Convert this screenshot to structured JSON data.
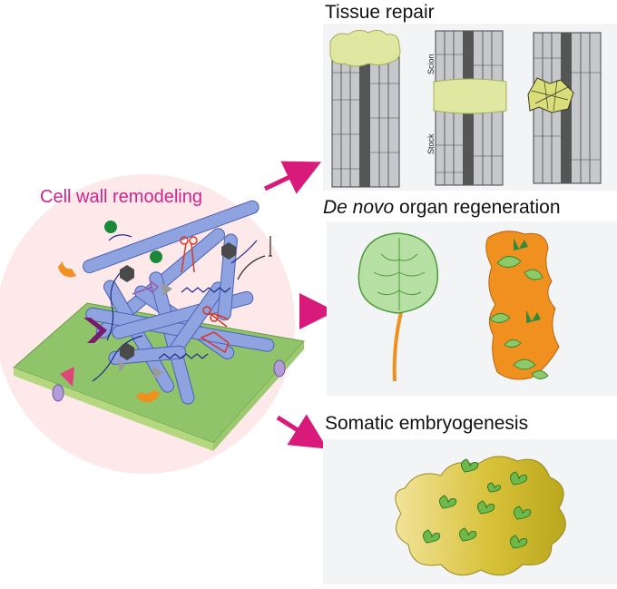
{
  "hub": {
    "label": "Cell wall remodeling"
  },
  "panels": [
    {
      "title": "Tissue repair",
      "labels": {
        "top": "Scion",
        "bottom": "Stock"
      }
    },
    {
      "title_italic": "De novo",
      "title_rest": " organ regeneration"
    },
    {
      "title": "Somatic embryogenesis"
    }
  ],
  "colors": {
    "arrow": "#d81b7a",
    "hub_text": "#d4238a",
    "hub_bg": "#fde8ea",
    "panel_bg": "#f3f4f5",
    "fiber": "#7f95d8",
    "sheet": "#8fc46a",
    "callus": "#dfe7a0",
    "leaf": "#8dc86a",
    "orange": "#f0901e",
    "embryo_mass": "#c9b62a"
  }
}
